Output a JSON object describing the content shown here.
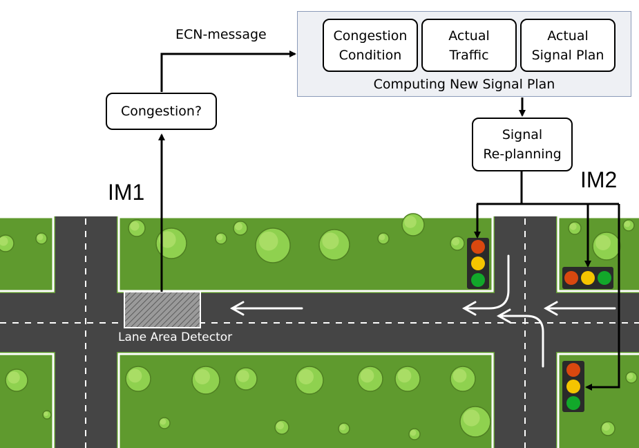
{
  "diagram": {
    "nodes": {
      "congestion_check": "Congestion?",
      "congestion_condition": "Congestion\nCondition",
      "actual_traffic": "Actual\nTraffic",
      "actual_signal_plan": "Actual\nSignal Plan",
      "signal_replanning": "Signal\nRe-planning"
    },
    "panel_caption": "Computing New Signal Plan",
    "edge_label": "ECN-message",
    "im1_label": "IM1",
    "im2_label": "IM2",
    "detector_label": "Lane Area Detector"
  },
  "colors": {
    "grass": "#5f9a2e",
    "road": "#454545",
    "lane_marking": "#ffffff",
    "bush": "#8fd14f",
    "signal_red": "#d9480f",
    "signal_yellow": "#f5c400",
    "signal_green": "#12a82a",
    "panel_bg": "#eef0f4",
    "panel_border": "#8a9ab8"
  }
}
